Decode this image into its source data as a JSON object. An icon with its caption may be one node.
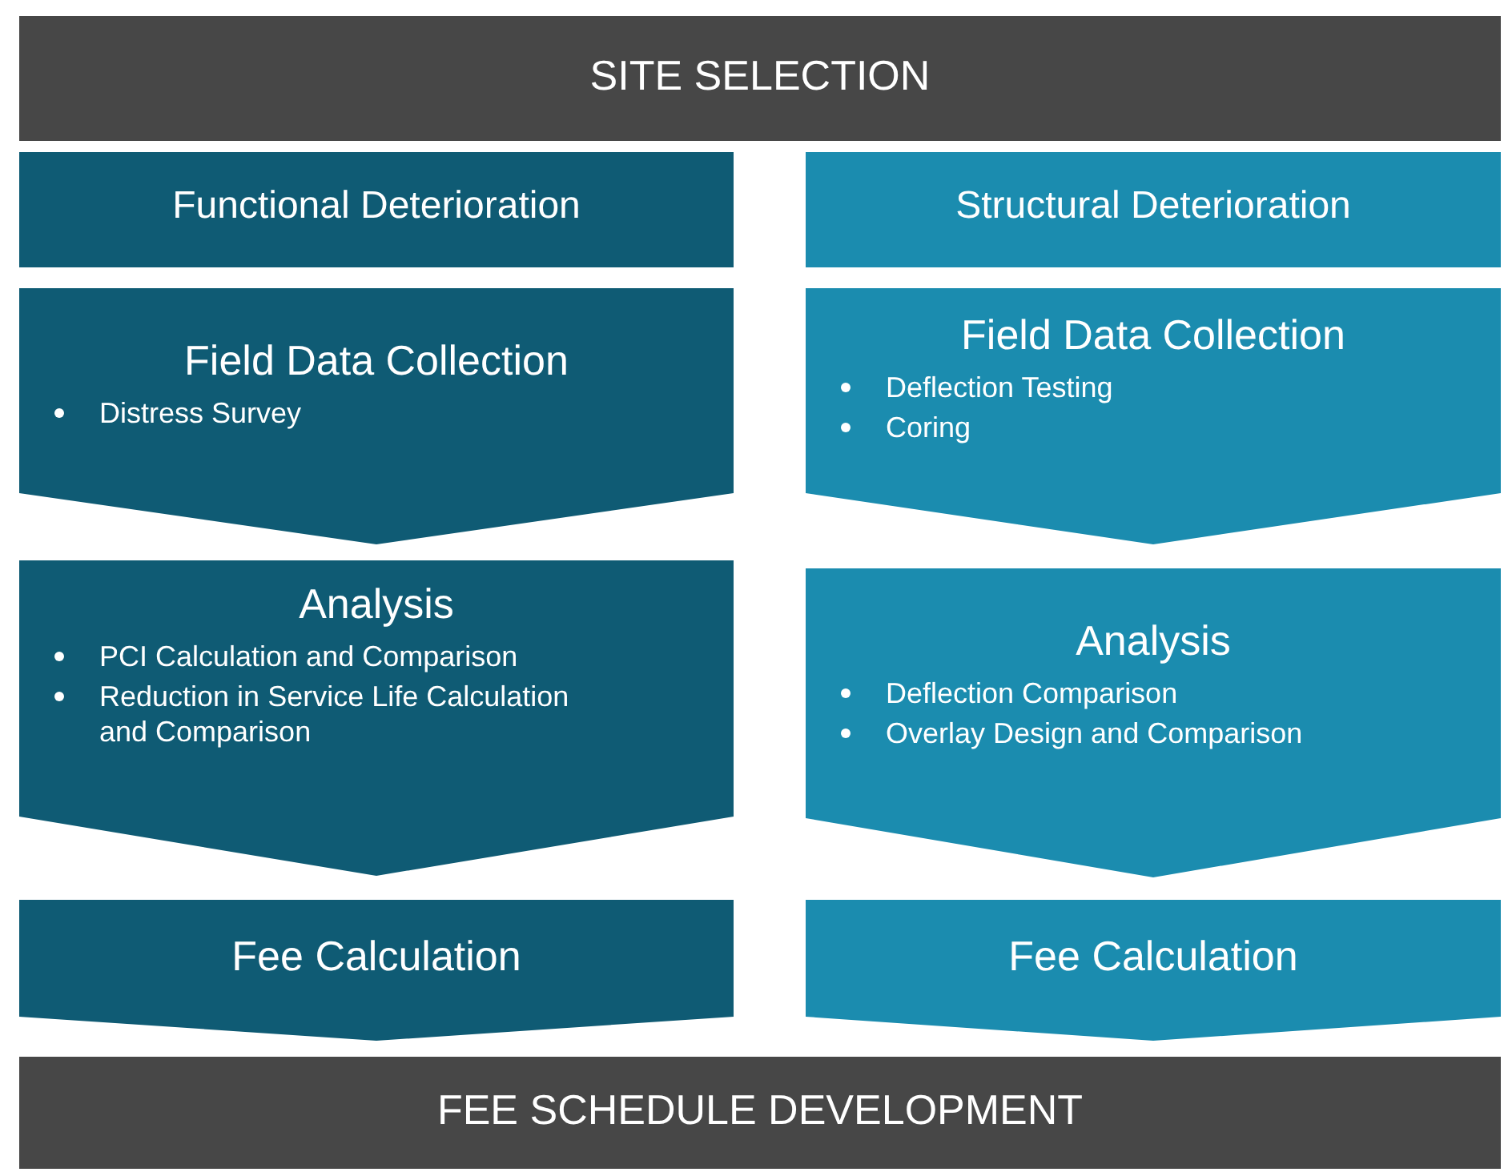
{
  "diagram": {
    "nodes": [
      {
        "text": [
          "SITE SELECTION"
        ]
      },
      {
        "text": [
          "Functional Deterioration"
        ]
      },
      {
        "text": [
          "Structural Deterioration"
        ]
      },
      {
        "text": [
          "Field Data Collection",
          "Distress Survey"
        ]
      },
      {
        "text": [
          "Field Data Collection",
          "Deflection Testing",
          "Coring"
        ]
      },
      {
        "text": [
          "Analysis",
          "PCI Calculation and Comparison",
          "Reduction in Service Life Calculation and Comparison"
        ]
      },
      {
        "text": [
          "Analysis",
          "Deflection Comparison",
          "Overlay Design and Comparison"
        ]
      },
      {
        "text": [
          "Fee Calculation"
        ]
      },
      {
        "text": [
          "Fee Calculation"
        ]
      },
      {
        "text": [
          "FEE SCHEDULE DEVELOPMENT"
        ]
      }
    ]
  }
}
